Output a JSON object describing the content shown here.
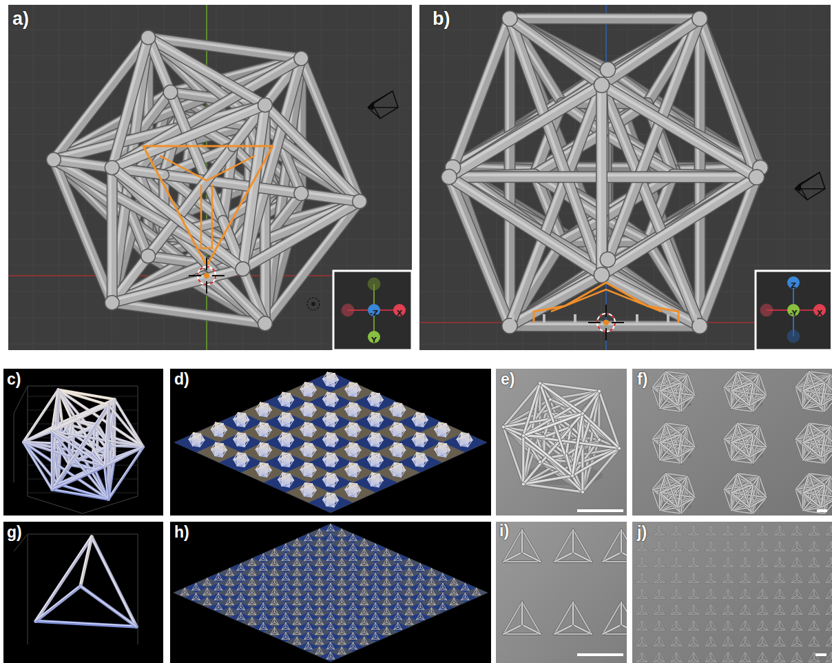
{
  "diagram": {
    "labels": [
      "a)",
      "-Z",
      "X",
      "Y",
      "b)",
      "Z",
      "-Y",
      "X",
      "c)",
      "d)",
      "e)",
      "f)",
      "g)",
      "h)",
      "i)",
      "j)"
    ]
  }
}
